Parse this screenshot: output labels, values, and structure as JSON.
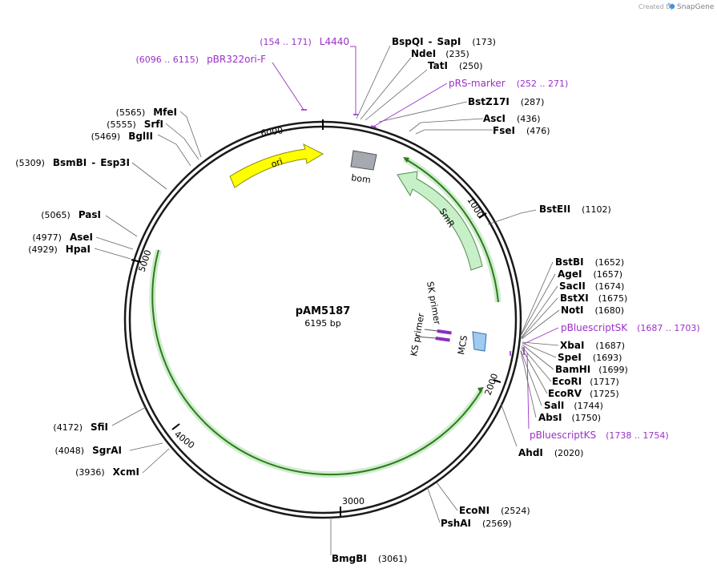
{
  "credit": {
    "created_by": "Created by",
    "brand": "SnapGene"
  },
  "plasmid": {
    "name": "pAM5187",
    "length_label": "6195 bp"
  },
  "ticks": [
    "1000",
    "2000",
    "3000",
    "4000",
    "5000",
    "6000"
  ],
  "features": {
    "ori": "ori",
    "bom": "bom",
    "smr": "SmR",
    "mcs": "MCS",
    "sk_primer": "SK primer",
    "ks_primer": "KS primer"
  },
  "sites": [
    {
      "name": "BspQI",
      "name2": "SapI",
      "pos": "(173)"
    },
    {
      "name": "NdeI",
      "pos": "(235)"
    },
    {
      "name": "TatI",
      "pos": "(250)"
    },
    {
      "name": "BstZ17I",
      "pos": "(287)"
    },
    {
      "name": "AscI",
      "pos": "(436)"
    },
    {
      "name": "FseI",
      "pos": "(476)"
    },
    {
      "name": "BstEII",
      "pos": "(1102)"
    },
    {
      "name": "BstBI",
      "pos": "(1652)"
    },
    {
      "name": "AgeI",
      "pos": "(1657)"
    },
    {
      "name": "SacII",
      "pos": "(1674)"
    },
    {
      "name": "BstXI",
      "pos": "(1675)"
    },
    {
      "name": "NotI",
      "pos": "(1680)"
    },
    {
      "name": "XbaI",
      "pos": "(1687)"
    },
    {
      "name": "SpeI",
      "pos": "(1693)"
    },
    {
      "name": "BamHI",
      "pos": "(1699)"
    },
    {
      "name": "EcoRI",
      "pos": "(1717)"
    },
    {
      "name": "EcoRV",
      "pos": "(1725)"
    },
    {
      "name": "SalI",
      "pos": "(1744)"
    },
    {
      "name": "AbsI",
      "pos": "(1750)"
    },
    {
      "name": "AhdI",
      "pos": "(2020)"
    },
    {
      "name": "EcoNI",
      "pos": "(2524)"
    },
    {
      "name": "PshAI",
      "pos": "(2569)"
    },
    {
      "name": "BmgBI",
      "pos": "(3061)"
    },
    {
      "name": "XcmI",
      "pos": "(3936)"
    },
    {
      "name": "SgrAI",
      "pos": "(4048)"
    },
    {
      "name": "SfiI",
      "pos": "(4172)"
    },
    {
      "name": "HpaI",
      "pos": "(4929)"
    },
    {
      "name": "AseI",
      "pos": "(4977)"
    },
    {
      "name": "PasI",
      "pos": "(5065)"
    },
    {
      "name": "BsmBI",
      "name2": "Esp3I",
      "pos": "(5309)"
    },
    {
      "name": "BglII",
      "pos": "(5469)"
    },
    {
      "name": "SrfI",
      "pos": "(5555)"
    },
    {
      "name": "MfeI",
      "pos": "(5565)"
    }
  ],
  "primers": [
    {
      "name": "L4440",
      "range": "(154 .. 171)"
    },
    {
      "name": "pBR322ori-F",
      "range": "(6096 .. 6115)"
    },
    {
      "name": "pRS-marker",
      "range": "(252 .. 271)"
    },
    {
      "name": "pBluescriptSK",
      "range": "(1687 .. 1703)"
    },
    {
      "name": "pBluescriptKS",
      "range": "(1738 .. 1754)"
    }
  ]
}
